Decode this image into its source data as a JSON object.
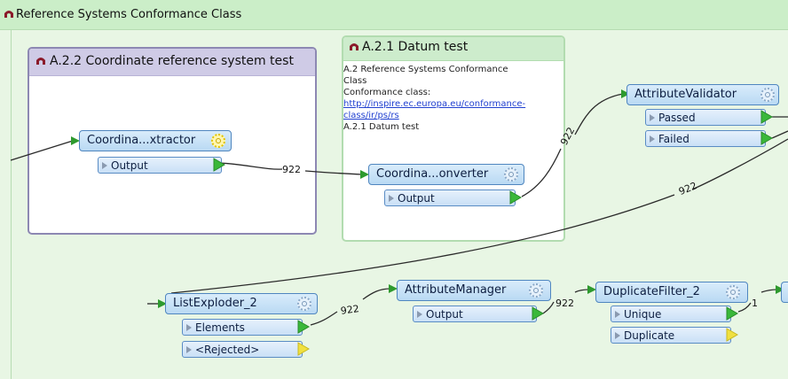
{
  "workspace": {
    "outer_bookmark": {
      "title": "Reference Systems Conformance Class"
    },
    "bookmark_coord": {
      "title": "A.2.2 Coordinate reference system test"
    },
    "bookmark_datum": {
      "title": "A.2.1 Datum test",
      "annotation": {
        "line1": "A.2 Reference Systems Conformance",
        "line2": "Class",
        "line3": "Conformance class:",
        "link1": "http://inspire.ec.europa.eu/conformance-",
        "link2": "class/ir/ps/rs",
        "line4": "A.2.1 Datum test"
      }
    },
    "transformers": {
      "coord_extractor": {
        "label": "Coordina...xtractor",
        "port": "Output"
      },
      "coord_converter": {
        "label": "Coordina...onverter",
        "port": "Output"
      },
      "attr_validator": {
        "label": "AttributeValidator",
        "port_passed": "Passed",
        "port_failed": "Failed"
      },
      "list_exploder": {
        "label": "ListExploder_2",
        "port_elements": "Elements",
        "port_rejected": "<Rejected>"
      },
      "attr_manager": {
        "label": "AttributeManager",
        "port": "Output"
      },
      "dup_filter": {
        "label": "DuplicateFilter_2",
        "port_unique": "Unique",
        "port_duplicate": "Duplicate"
      }
    },
    "counts": {
      "extractor_to_converter": "922",
      "converter_to_validator": "922",
      "validator_to_exploder": "922",
      "exploder_to_manager": "922",
      "manager_to_filter": "922",
      "filter_out": "1"
    },
    "colors": {
      "outer_bookmark": "#cbeec8",
      "coord_bookmark": "#cfcbe6",
      "datum_bookmark": "#cdeccc",
      "transformer": "#c4dff5",
      "connection": "#2a2a2a",
      "output_port": "#3ab83a",
      "rejected_port": "#f0e040"
    }
  }
}
